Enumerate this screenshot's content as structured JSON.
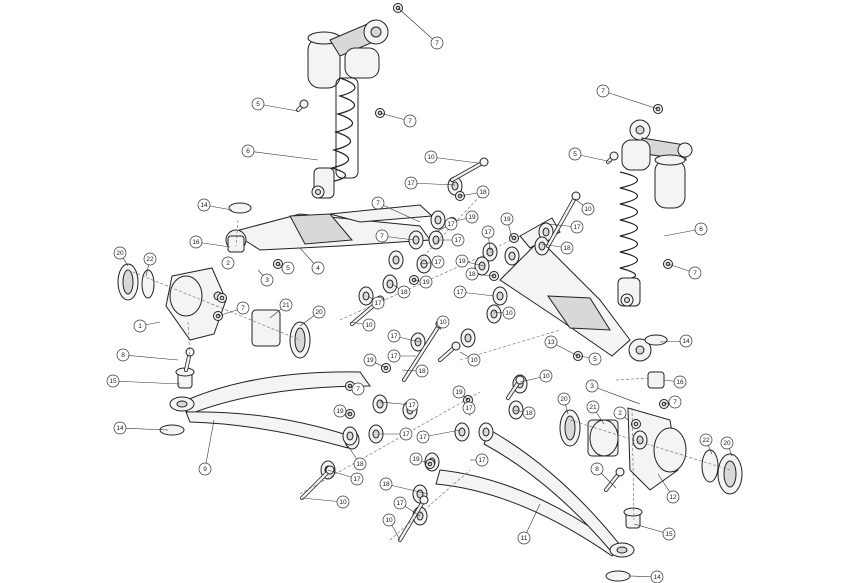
{
  "diagram": {
    "callouts": [
      {
        "id": "c1",
        "label": "7"
      },
      {
        "id": "c2",
        "label": "5"
      },
      {
        "id": "c3",
        "label": "7"
      },
      {
        "id": "c4",
        "label": "6"
      },
      {
        "id": "c5",
        "label": "10"
      },
      {
        "id": "c6",
        "label": "17"
      },
      {
        "id": "c7",
        "label": "18"
      },
      {
        "id": "c8",
        "label": "14"
      },
      {
        "id": "c9",
        "label": "7"
      },
      {
        "id": "c10",
        "label": "19"
      },
      {
        "id": "c11",
        "label": "17"
      },
      {
        "id": "c12",
        "label": "7"
      },
      {
        "id": "c13",
        "label": "17"
      },
      {
        "id": "c14",
        "label": "16"
      },
      {
        "id": "c15",
        "label": "20"
      },
      {
        "id": "c16",
        "label": "22"
      },
      {
        "id": "c17",
        "label": "2"
      },
      {
        "id": "c18",
        "label": "5"
      },
      {
        "id": "c19",
        "label": "4"
      },
      {
        "id": "c20",
        "label": "3"
      },
      {
        "id": "c21",
        "label": "17"
      },
      {
        "id": "c22",
        "label": "18"
      },
      {
        "id": "c23",
        "label": "19"
      },
      {
        "id": "c24",
        "label": "17"
      },
      {
        "id": "c25",
        "label": "21"
      },
      {
        "id": "c26",
        "label": "20"
      },
      {
        "id": "c27",
        "label": "7"
      },
      {
        "id": "c28",
        "label": "1"
      },
      {
        "id": "c29",
        "label": "10"
      },
      {
        "id": "c30",
        "label": "10"
      },
      {
        "id": "c31",
        "label": "17"
      },
      {
        "id": "c32",
        "label": "17"
      },
      {
        "id": "c33",
        "label": "8"
      },
      {
        "id": "c34",
        "label": "19"
      },
      {
        "id": "c35",
        "label": "15"
      },
      {
        "id": "c36",
        "label": "18"
      },
      {
        "id": "c37",
        "label": "17"
      },
      {
        "id": "c38",
        "label": "14"
      },
      {
        "id": "c39",
        "label": "9"
      },
      {
        "id": "c40",
        "label": "7"
      },
      {
        "id": "c41",
        "label": "19"
      },
      {
        "id": "c42",
        "label": "17"
      },
      {
        "id": "c43",
        "label": "18"
      },
      {
        "id": "c44",
        "label": "17"
      },
      {
        "id": "c45",
        "label": "10"
      },
      {
        "id": "c46",
        "label": "7"
      },
      {
        "id": "c47",
        "label": "5"
      },
      {
        "id": "c48",
        "label": "10"
      },
      {
        "id": "c49",
        "label": "19"
      },
      {
        "id": "c50",
        "label": "17"
      },
      {
        "id": "c51",
        "label": "18"
      },
      {
        "id": "c52",
        "label": "6"
      },
      {
        "id": "c53",
        "label": "7"
      },
      {
        "id": "c54",
        "label": "17"
      },
      {
        "id": "c55",
        "label": "19"
      },
      {
        "id": "c56",
        "label": "18"
      },
      {
        "id": "c57",
        "label": "17"
      },
      {
        "id": "c58",
        "label": "10"
      },
      {
        "id": "c59",
        "label": "10"
      },
      {
        "id": "c60",
        "label": "13"
      },
      {
        "id": "c61",
        "label": "5"
      },
      {
        "id": "c62",
        "label": "14"
      },
      {
        "id": "c63",
        "label": "10"
      },
      {
        "id": "c64",
        "label": "3"
      },
      {
        "id": "c65",
        "label": "16"
      },
      {
        "id": "c66",
        "label": "7"
      },
      {
        "id": "c67",
        "label": "17"
      },
      {
        "id": "c68",
        "label": "19"
      },
      {
        "id": "c69",
        "label": "18"
      },
      {
        "id": "c70",
        "label": "20"
      },
      {
        "id": "c71",
        "label": "21"
      },
      {
        "id": "c72",
        "label": "2"
      },
      {
        "id": "c73",
        "label": "17"
      },
      {
        "id": "c74",
        "label": "17"
      },
      {
        "id": "c75",
        "label": "19"
      },
      {
        "id": "c76",
        "label": "22"
      },
      {
        "id": "c77",
        "label": "20"
      },
      {
        "id": "c78",
        "label": "8"
      },
      {
        "id": "c79",
        "label": "12"
      },
      {
        "id": "c80",
        "label": "18"
      },
      {
        "id": "c81",
        "label": "17"
      },
      {
        "id": "c82",
        "label": "11"
      },
      {
        "id": "c83",
        "label": "15"
      },
      {
        "id": "c84",
        "label": "10"
      },
      {
        "id": "c85",
        "label": "14"
      }
    ]
  }
}
